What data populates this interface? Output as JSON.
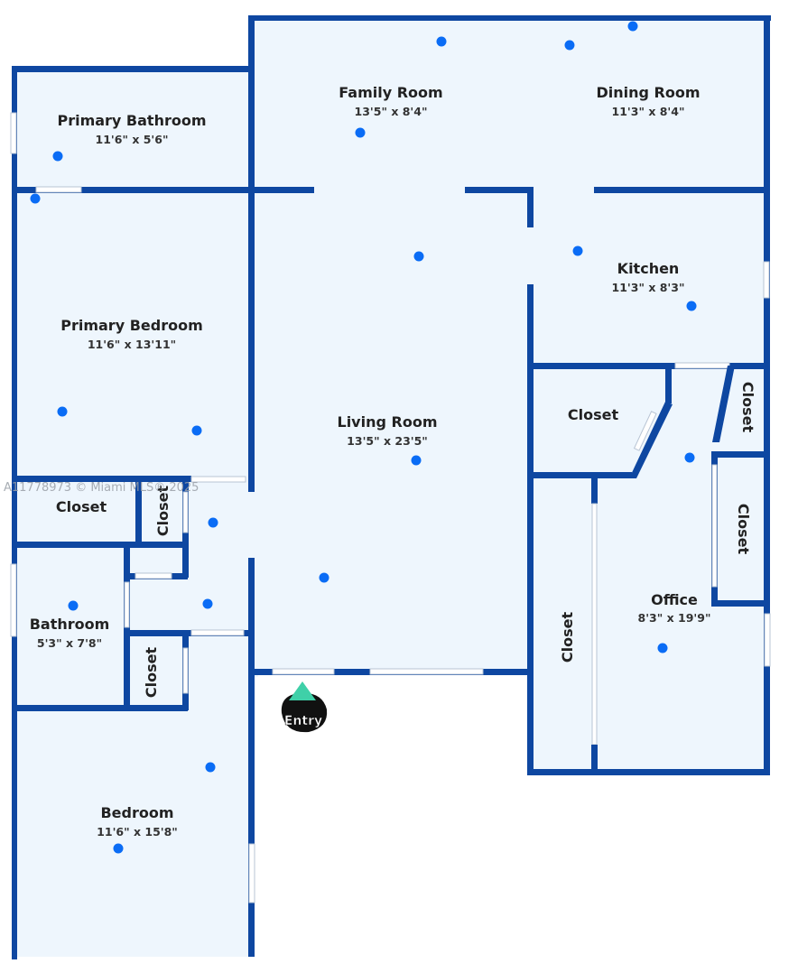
{
  "plan": {
    "colors": {
      "wall": "#0e47a1",
      "floor": "#eef6fd",
      "marker": "#0a6cf5",
      "entry": "#3fd0a8"
    },
    "watermark": "A11778973 © Miami MLS® 2025",
    "entry_label": "Entry",
    "rooms": {
      "family_room": {
        "name": "Family Room",
        "dim": "13'5\" x 8'4\""
      },
      "dining_room": {
        "name": "Dining Room",
        "dim": "11'3\" x 8'4\""
      },
      "primary_bathroom": {
        "name": "Primary Bathroom",
        "dim": "11'6\" x 5'6\""
      },
      "kitchen": {
        "name": "Kitchen",
        "dim": "11'3\" x 8'3\""
      },
      "primary_bedroom": {
        "name": "Primary Bedroom",
        "dim": "11'6\" x 13'11\""
      },
      "living_room": {
        "name": "Living Room",
        "dim": "13'5\" x 23'5\""
      },
      "closet_office_upper": {
        "name": "Closet"
      },
      "closet_office_right_top": {
        "name": "Closet"
      },
      "closet_office_right": {
        "name": "Closet"
      },
      "closet_office_left": {
        "name": "Closet"
      },
      "office": {
        "name": "Office",
        "dim": "8'3\" x 19'9\""
      },
      "closet_left": {
        "name": "Closet"
      },
      "closet_small_upper": {
        "name": "Closet"
      },
      "bathroom": {
        "name": "Bathroom",
        "dim": "5'3\" x 7'8\""
      },
      "closet_small_lower": {
        "name": "Closet"
      },
      "bedroom": {
        "name": "Bedroom",
        "dim": "11'6\" x 15'8\""
      }
    }
  }
}
